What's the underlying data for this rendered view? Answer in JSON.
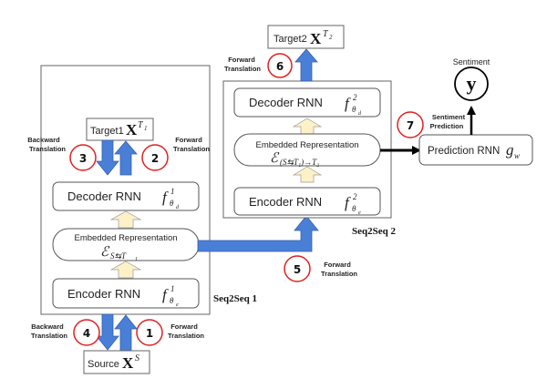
{
  "colors": {
    "blue_arrow": "#4a7fd8",
    "cream_arrow": "#fdf1c8",
    "red_circle": "#e02020",
    "box_stroke": "#555555"
  },
  "seq1": {
    "label": "Seq2Seq 1",
    "decoder": {
      "name": "Decoder RNN",
      "fn": "f",
      "sup": "1",
      "sub": "θ",
      "subsub": "d"
    },
    "embedded": {
      "title": "Embedded Representation",
      "sym": "ℰ",
      "sub": "S⇆T",
      "subsub": "1"
    },
    "encoder": {
      "name": "Encoder RNN",
      "fn": "f",
      "sup": "1",
      "sub": "θ",
      "subsub": "e"
    }
  },
  "seq2": {
    "label": "Seq2Seq 2",
    "decoder": {
      "name": "Decoder RNN",
      "fn": "f",
      "sup": "2",
      "sub": "θ",
      "subsub": "d"
    },
    "embedded": {
      "title": "Embedded Representation",
      "sym": "ℰ",
      "sub": "(S⇆T₁)→T₂"
    },
    "encoder": {
      "name": "Encoder RNN",
      "fn": "f",
      "sup": "2",
      "sub": "θ",
      "subsub": "e"
    }
  },
  "target1": {
    "label": "Target1",
    "X": "X",
    "sup": "T",
    "supsub": "1"
  },
  "target2": {
    "label": "Target2",
    "X": "X",
    "sup": "T",
    "supsub": "2"
  },
  "source": {
    "label": "Source",
    "X": "X",
    "sup": "S"
  },
  "prediction": {
    "name": "Prediction RNN",
    "fn": "g",
    "sub": "w"
  },
  "sentiment": {
    "label": "Sentiment",
    "sym": "y"
  },
  "steps": [
    {
      "num": "1",
      "line1": "Forward",
      "line2": "Translation"
    },
    {
      "num": "2",
      "line1": "Forward",
      "line2": "Translation"
    },
    {
      "num": "3",
      "line1": "Backward",
      "line2": "Translation"
    },
    {
      "num": "4",
      "line1": "Backward",
      "line2": "Translation"
    },
    {
      "num": "5",
      "line1": "Forward",
      "line2": "Translation"
    },
    {
      "num": "6",
      "line1": "Forward",
      "line2": "Translation"
    },
    {
      "num": "7",
      "line1": "Sentiment",
      "line2": "Prediction"
    }
  ]
}
